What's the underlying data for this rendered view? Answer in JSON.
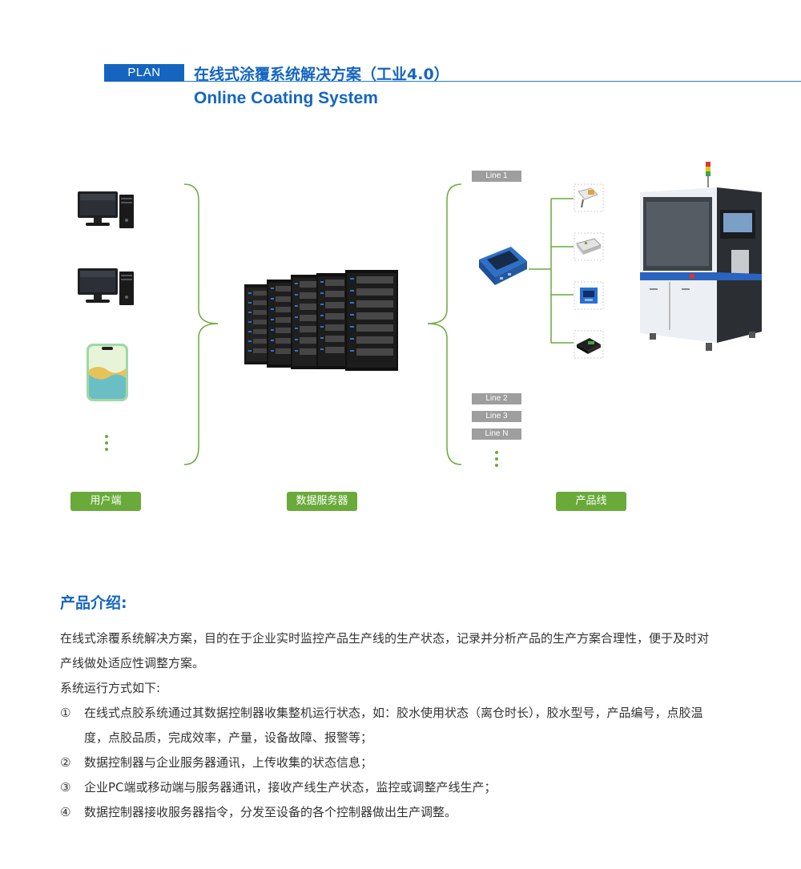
{
  "header": {
    "plan_label": "PLAN",
    "title_cn": "在线式涂覆系统解决方案（工业4.0）",
    "title_en": "Online Coating System"
  },
  "diagram": {
    "lines": [
      "Line 1",
      "Line 2",
      "Line 3",
      "Line N"
    ],
    "labels": {
      "user": "用户端",
      "server": "数据服务器",
      "production": "产品线"
    },
    "colors": {
      "brand_blue": "#1565c0",
      "green": "#6aaa3a",
      "tag_gray": "#9e9e9e"
    }
  },
  "intro": {
    "heading": "产品介绍:",
    "paragraph": "在线式涂覆系统解决方案，目的在于企业实时监控产品生产线的生产状态，记录并分析产品的生产方案合理性，便于及时对产线做处适应性调整方案。",
    "mode_label": "系统运行方式如下:",
    "items": [
      {
        "num": "①",
        "text": "在线式点胶系统通过其数据控制器收集整机运行状态，如：胶水使用状态（离仓时长），胶水型号，产品编号，点胶温度，点胶品质，完成效率，产量，设备故障、报警等；"
      },
      {
        "num": "②",
        "text": "数据控制器与企业服务器通讯，上传收集的状态信息；"
      },
      {
        "num": "③",
        "text": "企业PC端或移动端与服务器通讯，接收产线生产状态，监控或调整产线生产；"
      },
      {
        "num": "④",
        "text": "数据控制器接收服务器指令，分发至设备的各个控制器做出生产调整。"
      }
    ]
  }
}
